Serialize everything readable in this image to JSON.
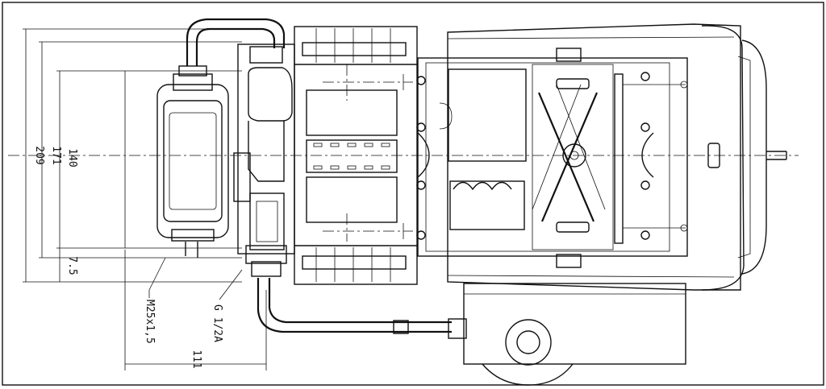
{
  "dimensions": {
    "overall_height": "209",
    "body_height": "171",
    "core_height": "140",
    "offset": "7.5",
    "bottom_length": "111"
  },
  "callouts": {
    "thread": "M25x1,5",
    "port": "G 1/2A"
  }
}
